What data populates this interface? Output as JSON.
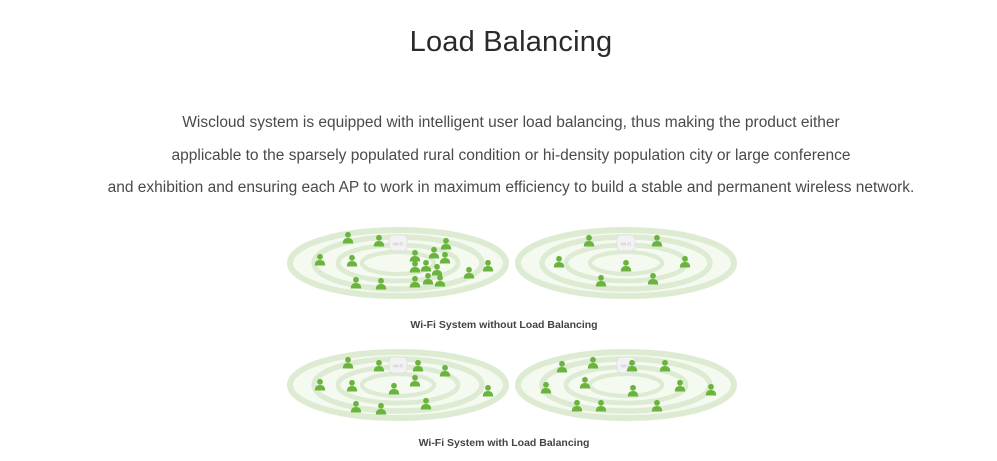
{
  "title": "Load Balancing",
  "description": [
    "Wiscloud system is equipped with intelligent user load balancing, thus making the product either",
    "applicable to the sparsely populated rural condition or hi-density population city or large conference",
    "and exhibition and ensuring each AP to work in maximum efficiency to build a stable and permanent wireless network."
  ],
  "colors": {
    "ring": "#dcebd2",
    "user": "#6ab43e",
    "ap": "#f2f2f2"
  },
  "icons": {
    "user": "person-icon",
    "ap": "access-point-icon"
  },
  "ap_label": "Wi-Fi",
  "captions": {
    "without": "Wi-Fi System without Load Balancing",
    "with": "Wi-Fi System with Load Balancing"
  },
  "panels": [
    {
      "id": "without-left",
      "users": [
        [
          348,
          238
        ],
        [
          379,
          241
        ],
        [
          320,
          260
        ],
        [
          352,
          261
        ],
        [
          356,
          283
        ],
        [
          381,
          284
        ],
        [
          415,
          256
        ],
        [
          415,
          267
        ],
        [
          426,
          266
        ],
        [
          434,
          253
        ],
        [
          446,
          244
        ],
        [
          445,
          258
        ],
        [
          437,
          270
        ],
        [
          415,
          282
        ],
        [
          428,
          279
        ],
        [
          440,
          281
        ],
        [
          469,
          273
        ],
        [
          488,
          266
        ]
      ]
    },
    {
      "id": "without-right",
      "users": [
        [
          589,
          241
        ],
        [
          657,
          241
        ],
        [
          559,
          262
        ],
        [
          626,
          266
        ],
        [
          685,
          262
        ],
        [
          601,
          281
        ],
        [
          653,
          279
        ]
      ]
    },
    {
      "id": "with-left",
      "users": [
        [
          348,
          363
        ],
        [
          379,
          366
        ],
        [
          418,
          366
        ],
        [
          445,
          371
        ],
        [
          320,
          385
        ],
        [
          352,
          386
        ],
        [
          394,
          389
        ],
        [
          415,
          381
        ],
        [
          488,
          391
        ],
        [
          356,
          407
        ],
        [
          381,
          409
        ],
        [
          426,
          404
        ]
      ]
    },
    {
      "id": "with-right",
      "users": [
        [
          562,
          367
        ],
        [
          593,
          363
        ],
        [
          632,
          366
        ],
        [
          665,
          366
        ],
        [
          546,
          388
        ],
        [
          585,
          383
        ],
        [
          633,
          391
        ],
        [
          680,
          386
        ],
        [
          711,
          390
        ],
        [
          577,
          406
        ],
        [
          601,
          406
        ],
        [
          657,
          406
        ]
      ]
    }
  ]
}
